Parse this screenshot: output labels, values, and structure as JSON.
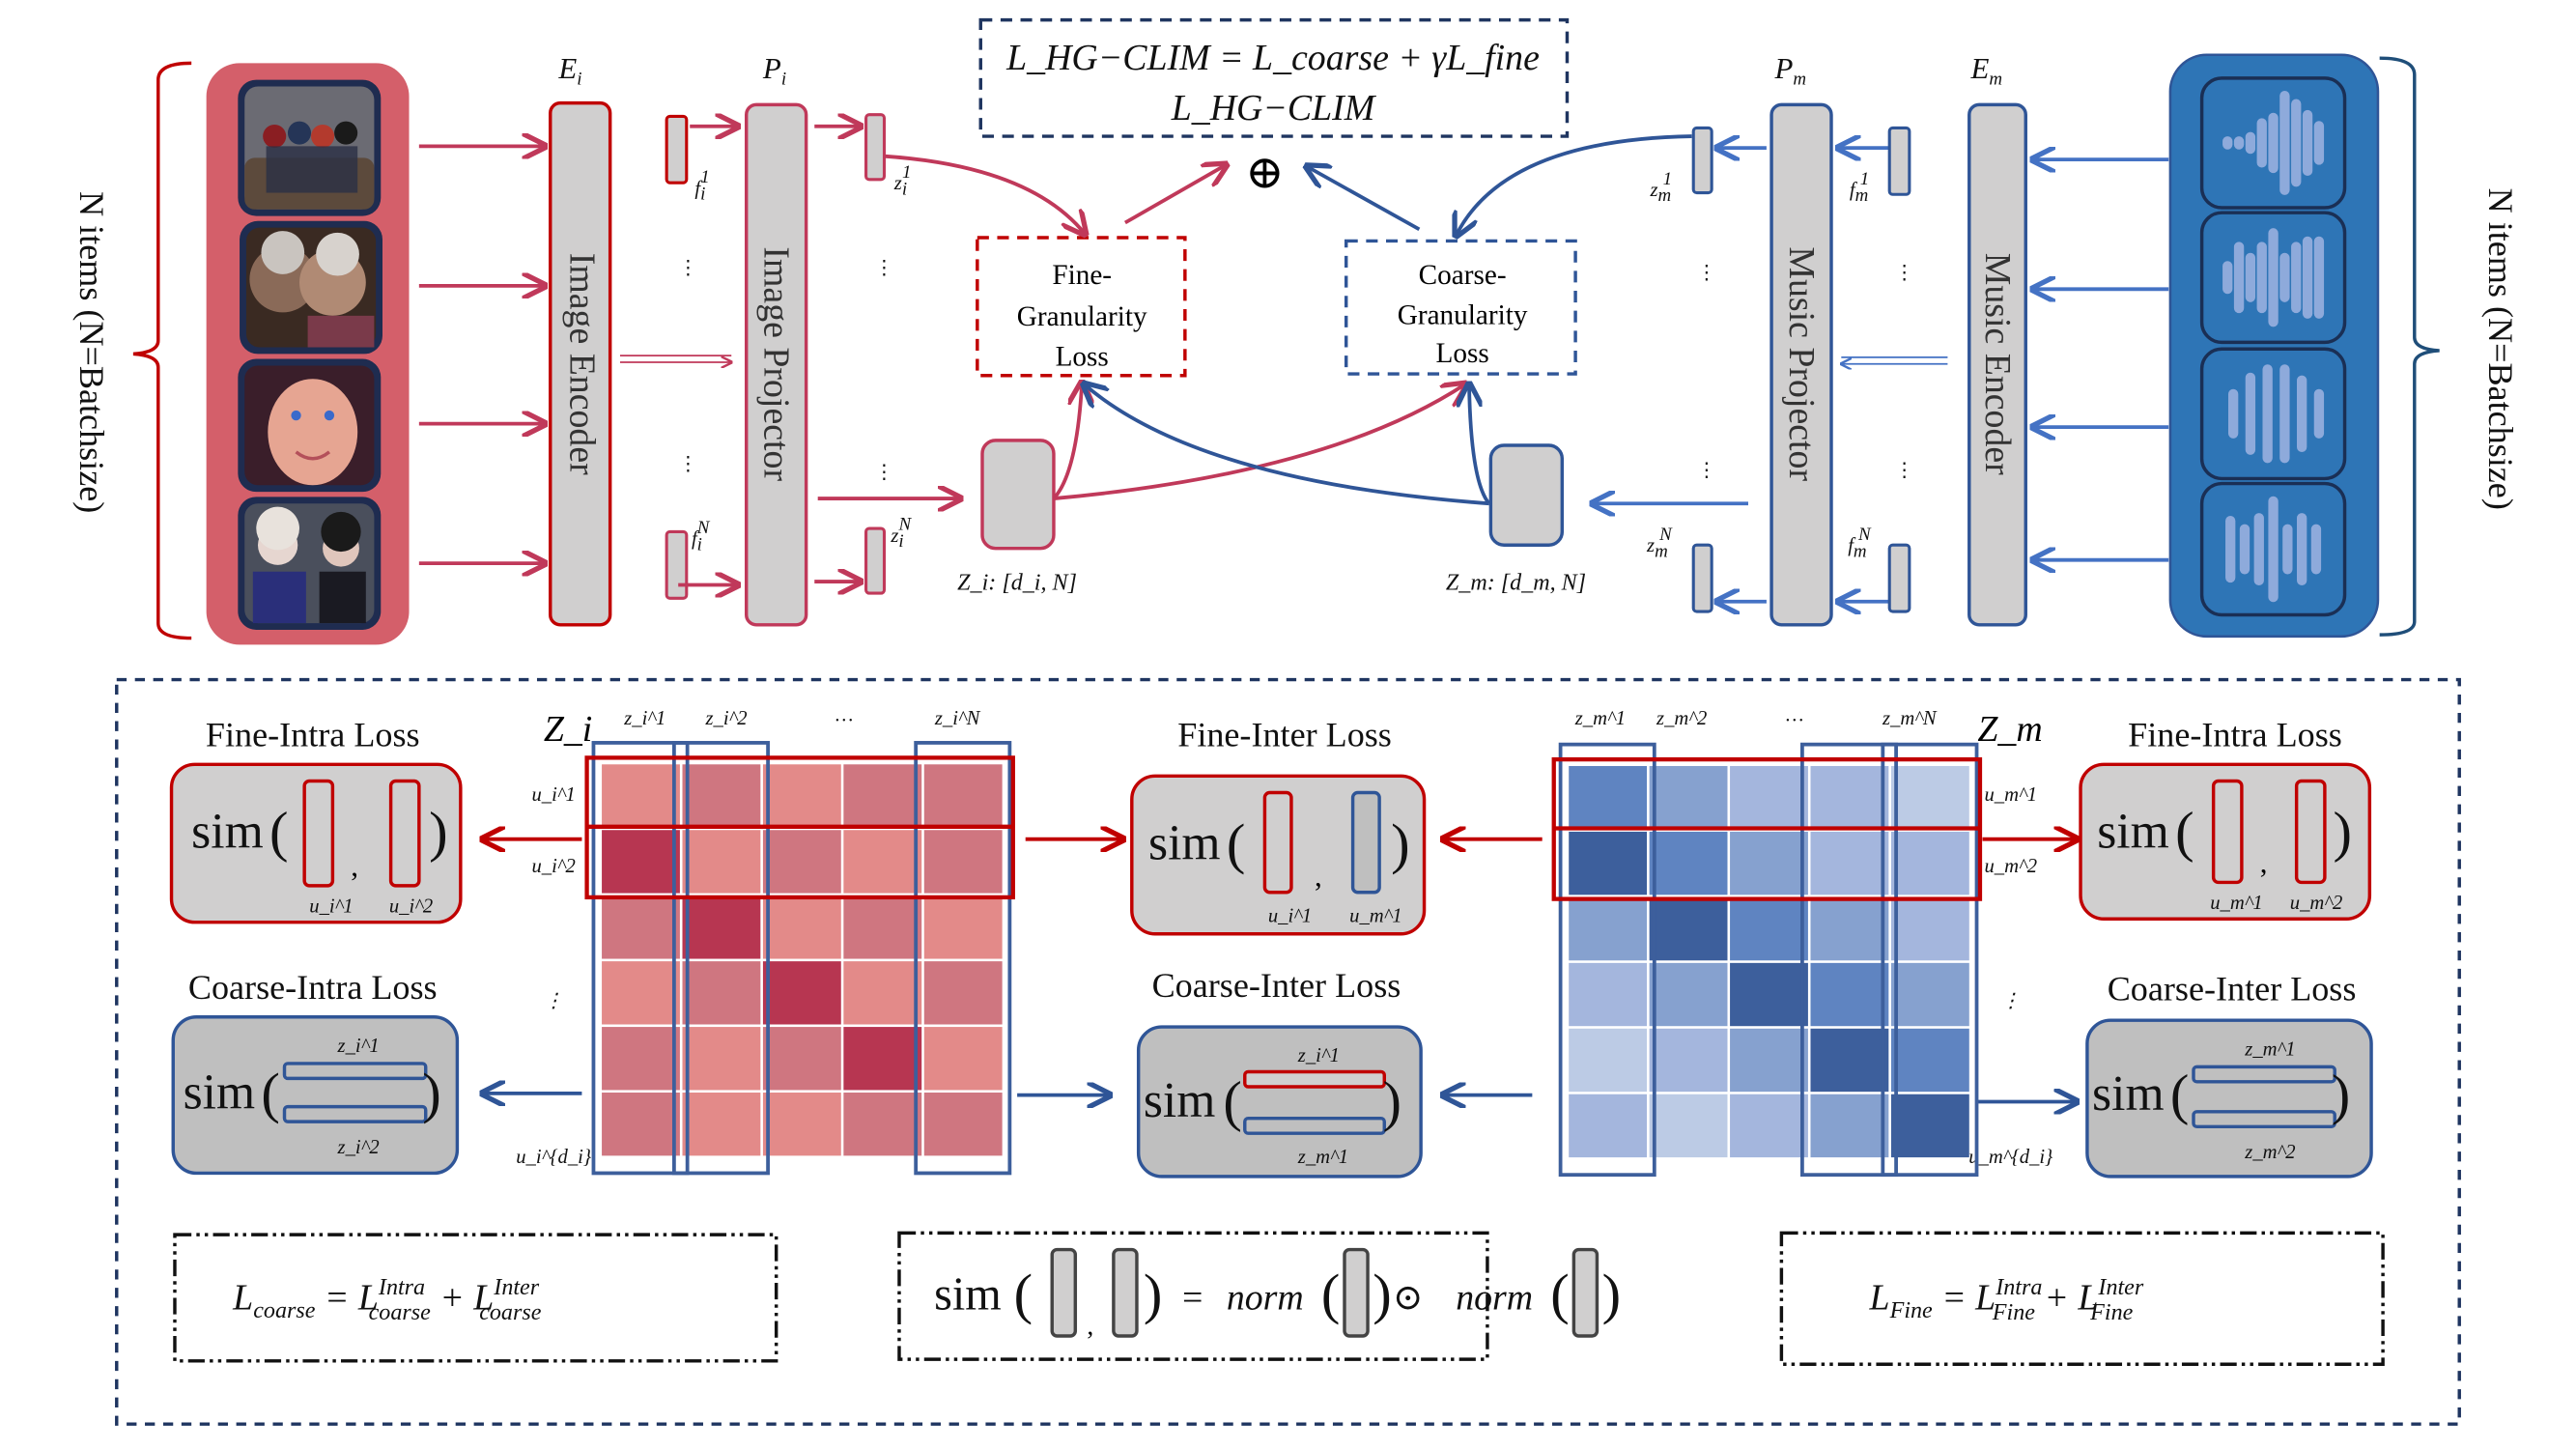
{
  "top": {
    "left_group_label": "N items (N=Batchsize)",
    "right_group_label": "N items (N=Batchsize)",
    "image_encoder": {
      "symbol": "E",
      "sub": "i",
      "label": "Image Encoder"
    },
    "image_projector": {
      "symbol": "P",
      "sub": "i",
      "label": "Image Projector"
    },
    "music_projector": {
      "symbol": "P",
      "sub": "m",
      "label": "Music Projector"
    },
    "music_encoder": {
      "symbol": "E",
      "sub": "m",
      "label": "Music Encoder"
    },
    "image_features": {
      "first": {
        "base": "f",
        "sub": "i",
        "sup": "1"
      },
      "last": {
        "base": "f",
        "sub": "i",
        "sup": "N"
      }
    },
    "image_embeds": {
      "first": {
        "base": "z",
        "sub": "i",
        "sup": "1"
      },
      "last": {
        "base": "z",
        "sub": "i",
        "sup": "N"
      }
    },
    "music_features": {
      "first": {
        "base": "f",
        "sub": "m",
        "sup": "1"
      },
      "last": {
        "base": "f",
        "sub": "m",
        "sup": "N"
      }
    },
    "music_embeds": {
      "first": {
        "base": "z",
        "sub": "m",
        "sup": "1"
      },
      "last": {
        "base": "z",
        "sub": "m",
        "sup": "N"
      }
    },
    "ellipsis": "⋮",
    "image_matrix_label": "Z_i: [d_i, N]",
    "music_matrix_label": "Z_m: [d_m, N]",
    "total_loss_formula": "L_HG−CLIM = L_coarse + γL_fine",
    "total_loss_name": "L_HG−CLIM",
    "sum_symbol": "⊕",
    "fine_loss_box": [
      "Fine-",
      "Granularity",
      "Loss"
    ],
    "coarse_loss_box": [
      "Coarse-",
      "Granularity",
      "Loss"
    ],
    "image_thumbnails": [
      "superhero-group-poster",
      "elderly-couple-portrait",
      "smiling-woman-portrait",
      "two-girls-in-uniform"
    ],
    "music_thumbnails": [
      "waveform-1",
      "waveform-2",
      "waveform-3",
      "waveform-4"
    ]
  },
  "bottom": {
    "left_fine_intra": {
      "title": "Fine-Intra Loss",
      "sim": "sim",
      "args": [
        "u_i^1",
        "u_i^2"
      ]
    },
    "left_coarse_intra": {
      "title": "Coarse-Intra Loss",
      "sim": "sim",
      "args": [
        "z_i^1",
        "z_i^2"
      ]
    },
    "center_fine_inter": {
      "title": "Fine-Inter Loss",
      "sim": "sim",
      "args": [
        "u_i^1",
        "u_m^1"
      ]
    },
    "center_coarse_inter": {
      "title": "Coarse-Inter Loss",
      "sim": "sim",
      "args": [
        "z_i^1",
        "z_m^1"
      ]
    },
    "right_fine_intra": {
      "title": "Fine-Intra Loss",
      "sim": "sim",
      "args": [
        "u_m^1",
        "u_m^2"
      ]
    },
    "right_coarse_inter": {
      "title": "Coarse-Inter Loss",
      "sim": "sim",
      "args": [
        "z_m^1",
        "z_m^2"
      ]
    },
    "image_matrix": {
      "name": "Z_i",
      "col_labels": [
        "z_i^1",
        "z_i^2",
        "…",
        "z_i^N"
      ],
      "row_labels": [
        "u_i^1",
        "u_i^2",
        "⋮",
        "u_i^{d_i}"
      ],
      "levels": [
        [
          1,
          2,
          1,
          2,
          2
        ],
        [
          3,
          1,
          2,
          1,
          2
        ],
        [
          2,
          3,
          1,
          2,
          1
        ],
        [
          1,
          2,
          3,
          1,
          2
        ],
        [
          2,
          1,
          2,
          3,
          1
        ],
        [
          2,
          1,
          1,
          2,
          2
        ]
      ],
      "palette": [
        "#e38a89",
        "#cf7680",
        "#b73651"
      ]
    },
    "music_matrix": {
      "name": "Z_m",
      "col_labels": [
        "z_m^1",
        "z_m^2",
        "…",
        "z_m^N"
      ],
      "row_labels": [
        "u_m^1",
        "u_m^2",
        "⋮",
        "u_m^{d_i}"
      ],
      "levels": [
        [
          2,
          3,
          4,
          4,
          5
        ],
        [
          1,
          2,
          3,
          4,
          4
        ],
        [
          3,
          1,
          2,
          3,
          4
        ],
        [
          4,
          3,
          1,
          2,
          3
        ],
        [
          5,
          4,
          3,
          1,
          2
        ],
        [
          4,
          5,
          4,
          3,
          1
        ]
      ],
      "palette": [
        "#3d5f9c",
        "#5f84c1",
        "#86a1cf",
        "#a4b6dd",
        "#bccbe5"
      ]
    },
    "formula_coarse": {
      "lhs": "L",
      "lhs_sub": "coarse",
      "t1": "L",
      "t1_sup": "Intra",
      "t1_sub": "coarse",
      "t2": "L",
      "t2_sup": "Inter",
      "t2_sub": "coarse"
    },
    "formula_sim": {
      "sim": "sim",
      "eq": "=",
      "norm": "norm",
      "odot": "⊙"
    },
    "formula_fine": {
      "lhs": "L",
      "lhs_sub": "Fine",
      "t1": "L",
      "t1_sup": "Intra",
      "t1_sub": "Fine",
      "t2": "L",
      "t2_sup": "Inter",
      "t2_sub": "Fine"
    }
  },
  "colors": {
    "image_red": "#c0395a",
    "image_red_dark": "#c00000",
    "music_blue": "#3d5f9c",
    "music_blue_arrow": "#4472c4",
    "navy_dashed": "#1f3560",
    "image_panel": "#d45f6a",
    "music_panel": "#2e75b6",
    "block_gray": "#d0cfcf"
  }
}
